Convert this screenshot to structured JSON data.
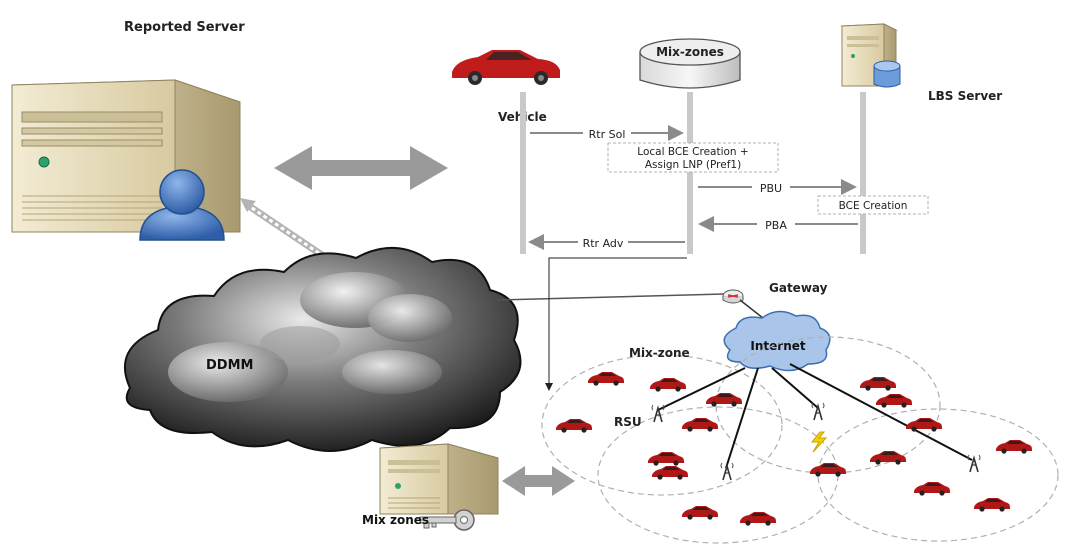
{
  "labels": {
    "reported_server": "Reported Server",
    "mix_zones_db": "Mix-zones",
    "lbs_server": "LBS Server",
    "vehicle": "Vehicle",
    "gateway": "Gateway",
    "internet": "Internet",
    "mix_zone": "Mix-zone",
    "rsu": "RSU",
    "ddmm": "DDMM",
    "mix_zones_server": "Mix zones"
  },
  "messages": {
    "rtr_sol": "Rtr Sol",
    "local_bce_line1": "Local BCE Creation +",
    "local_bce_line2": "Assign LNP (Pref1)",
    "pbu": "PBU",
    "bce_creation": "BCE Creation",
    "pba": "PBA",
    "rtr_adv": "Rtr Adv"
  },
  "colors": {
    "car": "#b01818",
    "cloud_dark": "#1c1c1c",
    "internet_cloud": "#a9c6ea",
    "server_beige": "#e9dfc0",
    "user_blue": "#4b7fc8",
    "arrow_gray": "#9a9a9a",
    "lifeline": "#c9c9c9"
  },
  "icons": [
    "server-icon",
    "user-icon",
    "car-icon",
    "database-icon",
    "router-icon",
    "cloud-icon",
    "antenna-icon",
    "key-icon",
    "lightning-icon"
  ]
}
